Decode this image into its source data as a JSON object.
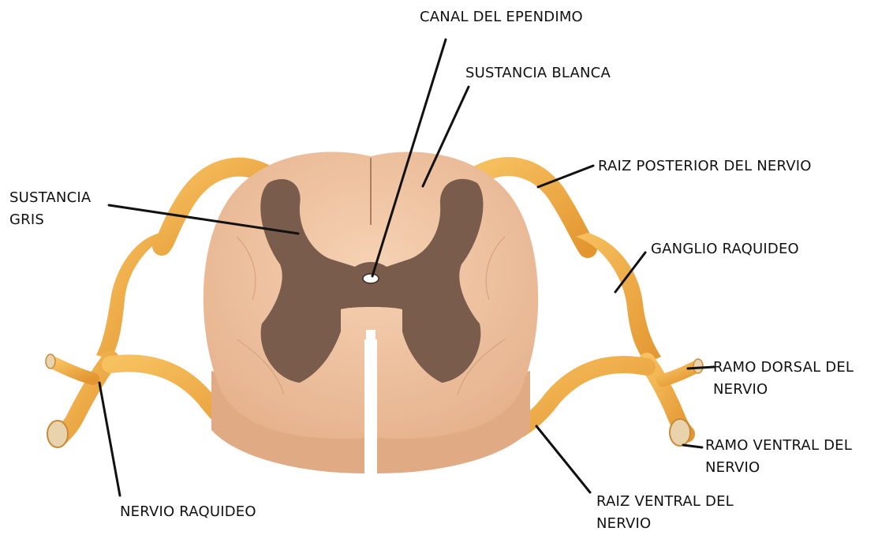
{
  "labels": {
    "canal_ependimo": "CANAL DEL EPENDIMO",
    "sustancia_blanca": "SUSTANCIA BLANCA",
    "sustancia_gris_line1": "SUSTANCIA",
    "sustancia_gris_line2": "GRIS",
    "raiz_posterior": "RAIZ POSTERIOR DEL NERVIO",
    "ganglio_raquideo": "GANGLIO RAQUIDEO",
    "ramo_dorsal_line1": "RAMO DORSAL DEL",
    "ramo_dorsal_line2": "NERVIO",
    "ramo_ventral_line1": "RAMO VENTRAL DEL",
    "ramo_ventral_line2": "NERVIO",
    "raiz_ventral_line1": "RAIZ VENTRAL DEL",
    "raiz_ventral_line2": "NERVIO",
    "nervio_raquideo": "NERVIO RAQUIDEO"
  },
  "colors": {
    "white_matter": "#eec3a0",
    "white_matter_shade": "#dfa987",
    "gray_matter": "#7a5c4d",
    "nerve": "#f2b04a",
    "nerve_shade": "#d98d2a",
    "leader_line": "#111111",
    "text": "#111111"
  }
}
